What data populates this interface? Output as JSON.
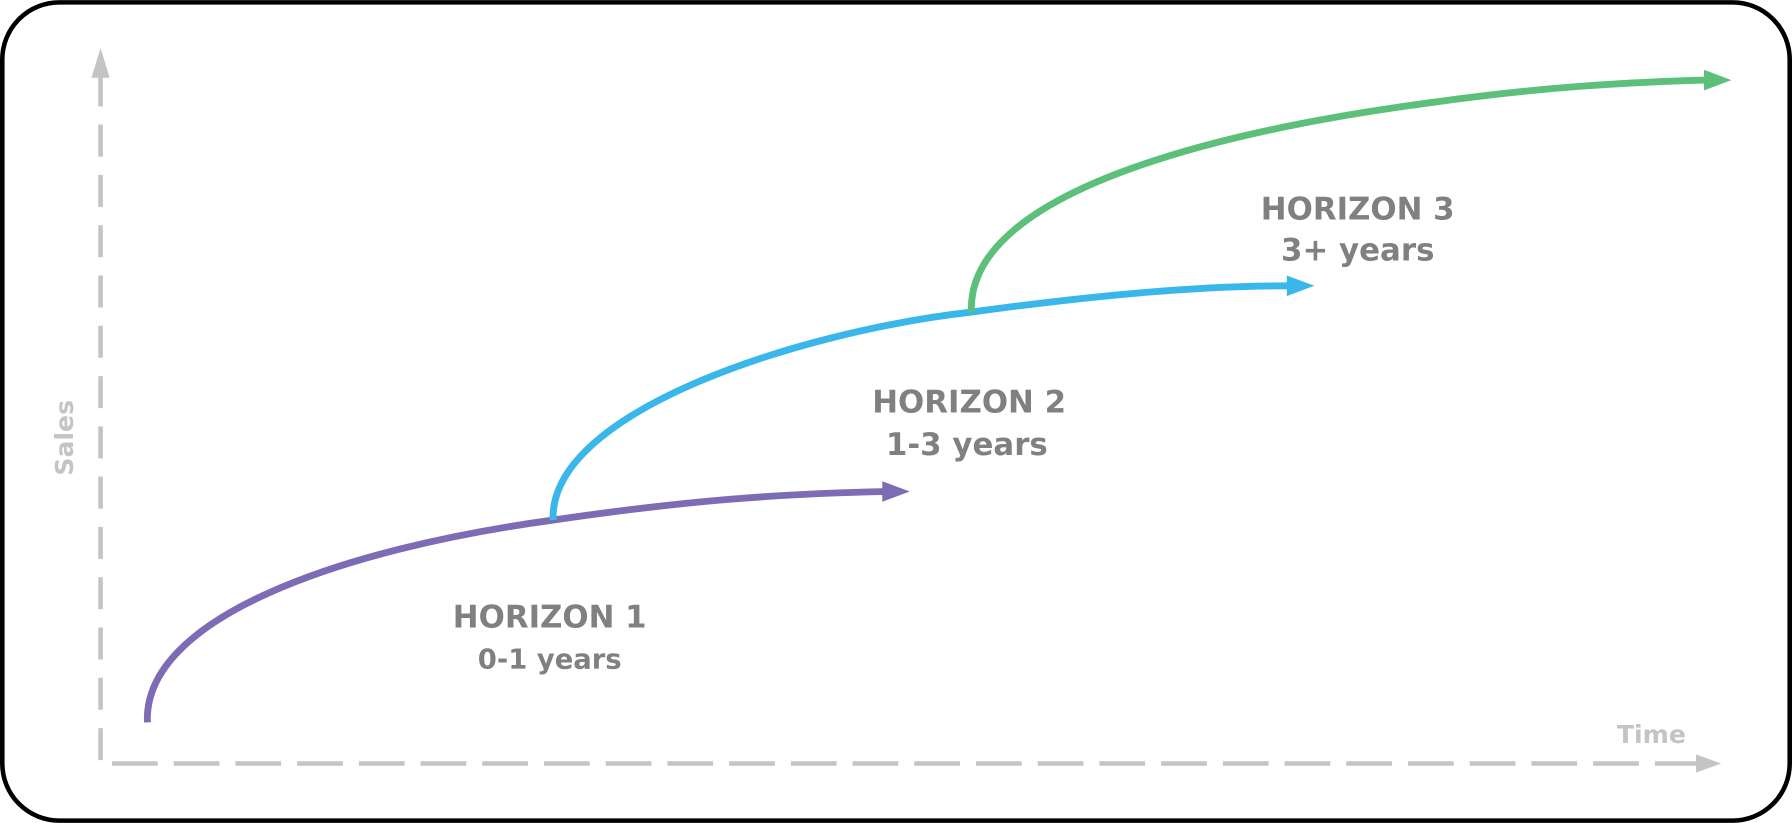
{
  "axes": {
    "y_label": "Sales",
    "x_label": "Time",
    "color": "#c4c4c4"
  },
  "horizons": [
    {
      "title": "HORIZON 1",
      "subtitle": "0-1 years",
      "color": "#7e6bb5"
    },
    {
      "title": "HORIZON 2",
      "subtitle": "1-3 years",
      "color": "#39b6ea"
    },
    {
      "title": "HORIZON 3",
      "subtitle": "3+ years",
      "color": "#5cbf7a"
    }
  ],
  "text_color": "#808080"
}
